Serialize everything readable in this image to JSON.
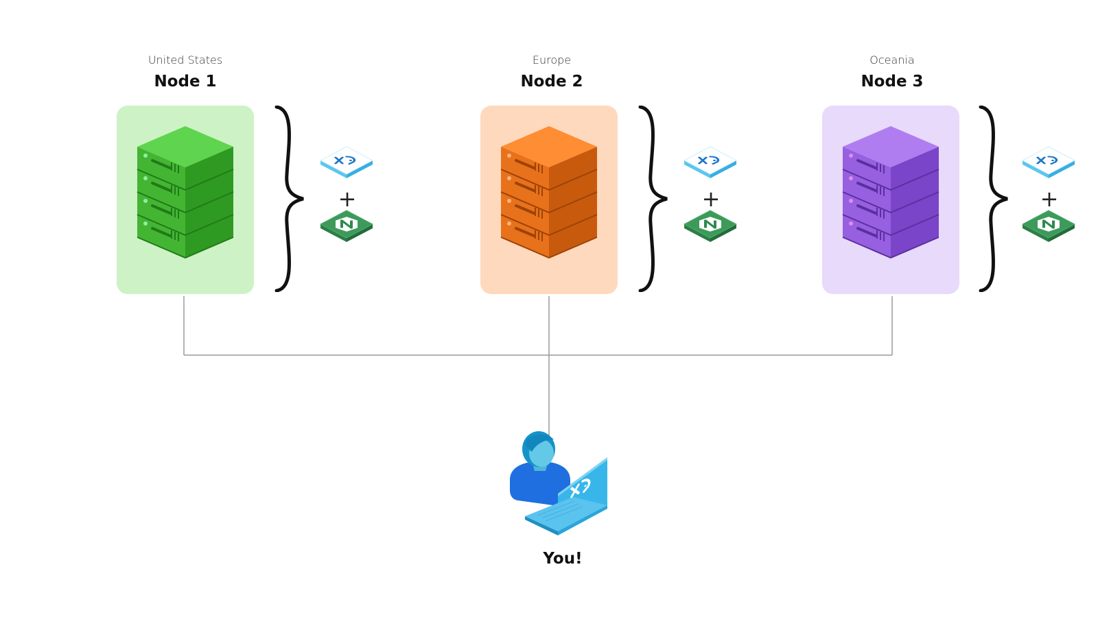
{
  "nodes": [
    {
      "region": "United States",
      "title": "Node 1",
      "bg": "#cdf2c5",
      "top": "#5fd44e",
      "left": "#43b533",
      "right": "#2e9a22",
      "dark": "#217a18",
      "led": "#8cf0a0"
    },
    {
      "region": "Europe",
      "title": "Node 2",
      "bg": "#ffd9bd",
      "top": "#ff8d33",
      "left": "#e8711b",
      "right": "#c85a0e",
      "dark": "#9c4306",
      "led": "#ffb37a"
    },
    {
      "region": "Oceania",
      "title": "Node 3",
      "bg": "#e8dafa",
      "top": "#b07df0",
      "left": "#9660e0",
      "right": "#7a45c8",
      "dark": "#5c2fa0",
      "led": "#e08cf0"
    }
  ],
  "plus": "+",
  "user": {
    "label": "You!"
  },
  "colors": {
    "line": "#9a9a9a",
    "brace": "#111111",
    "tile_blue": "#5cc6ee",
    "tile_green": "#3d9a5a"
  },
  "icons": {
    "top_tile": "xray-logo-tile",
    "bottom_tile": "nginx-logo-tile",
    "user": "user-with-laptop-icon"
  }
}
